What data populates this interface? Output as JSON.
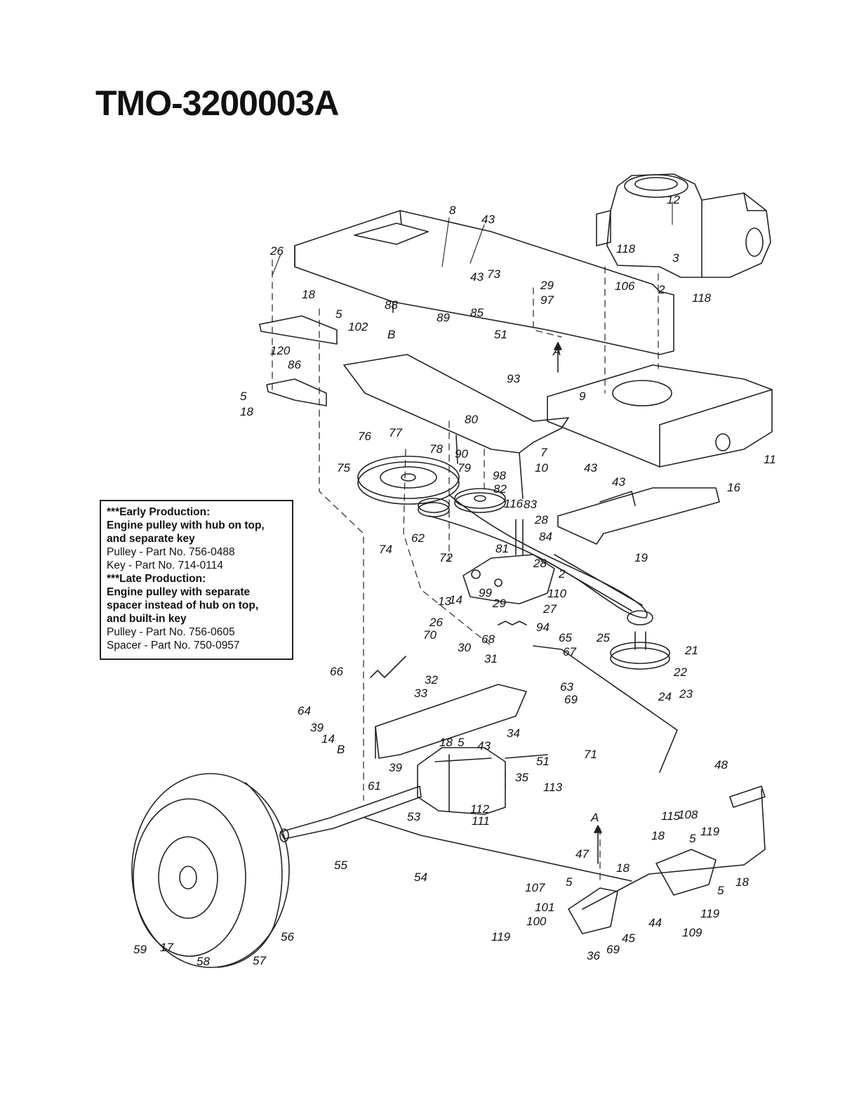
{
  "title": "TMO-3200003A",
  "note": {
    "lines": [
      {
        "text": "***Early Production:",
        "bold": true
      },
      {
        "text": "Engine pulley with hub on top,",
        "bold": true
      },
      {
        "text": "and separate key",
        "bold": true
      },
      {
        "text": "Pulley - Part No. 756-0488",
        "bold": false
      },
      {
        "text": "Key - Part No. 714-0114",
        "bold": false
      },
      {
        "text": "***Late Production:",
        "bold": true
      },
      {
        "text": "Engine pulley with separate",
        "bold": true
      },
      {
        "text": "spacer instead of hub on top,",
        "bold": true
      },
      {
        "text": "and built-in key",
        "bold": true
      },
      {
        "text": "Pulley - Part No. 756-0605",
        "bold": false
      },
      {
        "text": "Spacer - Part No. 750-0957",
        "bold": false
      }
    ]
  },
  "callouts": [
    "8",
    "43",
    "12",
    "26",
    "3",
    "118",
    "73",
    "106",
    "2",
    "118",
    "43",
    "29",
    "18",
    "5",
    "97",
    "88",
    "89",
    "85",
    "102",
    "B",
    "51",
    "120",
    "A",
    "86",
    "93",
    "9",
    "5",
    "18",
    "80",
    "77",
    "76",
    "90",
    "7",
    "11",
    "75",
    "78",
    "10",
    "43",
    "79",
    "98",
    "43",
    "16",
    "82",
    "116",
    "83",
    "28",
    "84",
    "74",
    "62",
    "81",
    "72",
    "28",
    "19",
    "2",
    "99",
    "110",
    "13",
    "14",
    "29",
    "27",
    "94",
    "26",
    "65",
    "25",
    "21",
    "70",
    "30",
    "68",
    "31",
    "67",
    "66",
    "22",
    "32",
    "63",
    "24",
    "23",
    "69",
    "33",
    "64",
    "39",
    "14",
    "43",
    "B",
    "34",
    "18",
    "5",
    "71",
    "48",
    "39",
    "51",
    "35",
    "61",
    "113",
    "112",
    "111",
    "A",
    "115",
    "108",
    "119",
    "18",
    "5",
    "55",
    "53",
    "47",
    "18",
    "54",
    "107",
    "5",
    "5",
    "18",
    "119",
    "101",
    "100",
    "44",
    "109",
    "119",
    "69",
    "45",
    "36",
    "56",
    "59",
    "17",
    "58",
    "57"
  ]
}
